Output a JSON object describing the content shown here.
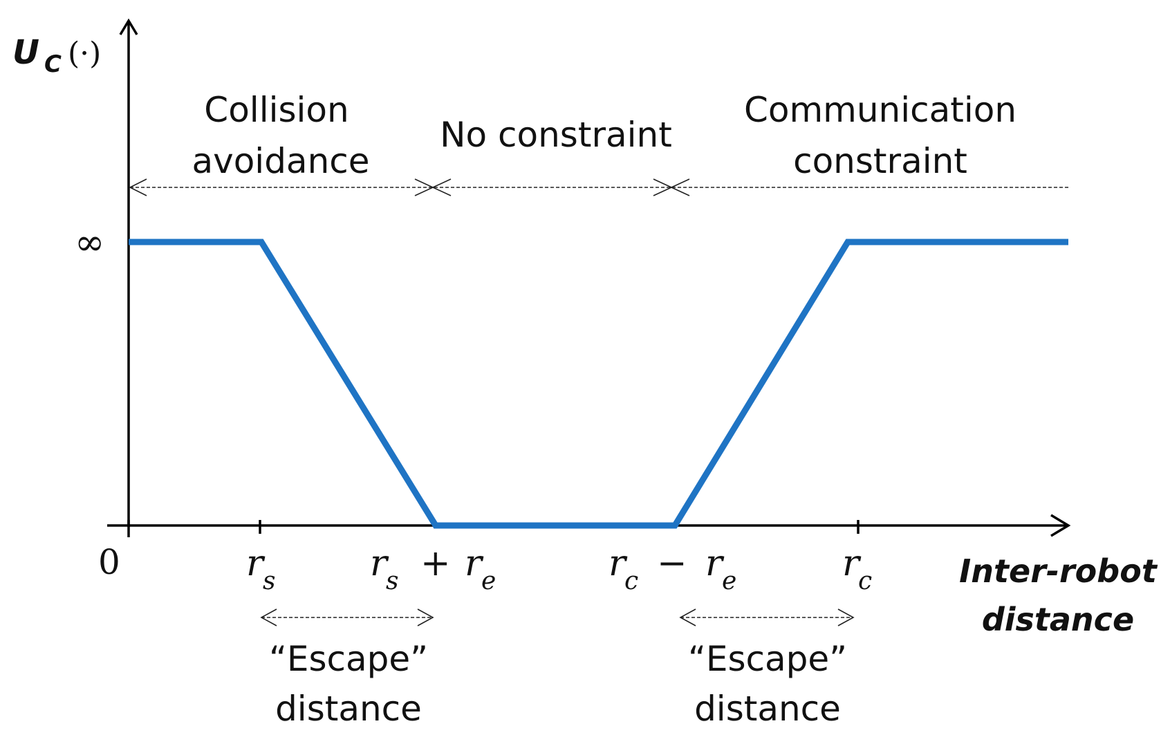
{
  "y_axis": {
    "label_main": "U",
    "label_sub": "C",
    "label_arg": "(·)",
    "infinity_tick": "∞"
  },
  "x_axis": {
    "origin": "0",
    "label_line1": "Inter-robot",
    "label_line2": "distance",
    "ticks": [
      {
        "id": "rs",
        "base": "r",
        "sub": "s",
        "rest_base": "",
        "rest_sub": ""
      },
      {
        "id": "rs_plus_re",
        "base": "r",
        "sub": "s",
        "op": "+",
        "rest_base": "r",
        "rest_sub": "e"
      },
      {
        "id": "rc_minus_re",
        "base": "r",
        "sub": "c",
        "op": "−",
        "rest_base": "r",
        "rest_sub": "e"
      },
      {
        "id": "rc",
        "base": "r",
        "sub": "c",
        "rest_base": "",
        "rest_sub": ""
      }
    ]
  },
  "regions": {
    "collision": {
      "line1": "Collision",
      "line2": "avoidance"
    },
    "none": {
      "line1": "No constraint"
    },
    "communication": {
      "line1": "Communication",
      "line2": "constraint"
    }
  },
  "escape": {
    "left": {
      "line1": "“Escape”",
      "line2": "distance"
    },
    "right": {
      "line1": "“Escape”",
      "line2": "distance"
    }
  },
  "colors": {
    "curve": "#1f74c4"
  }
}
